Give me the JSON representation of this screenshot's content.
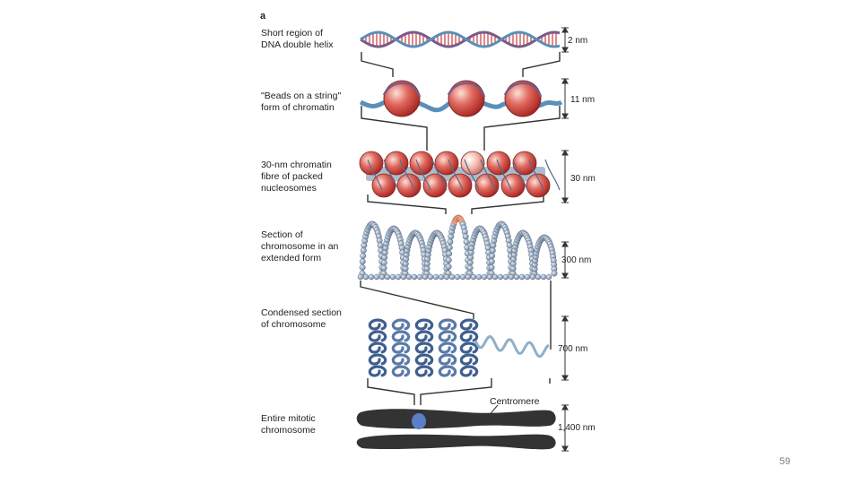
{
  "panel_letter": "a",
  "levels": [
    {
      "label": "Short region of\nDNA double helix",
      "size": "2 nm"
    },
    {
      "label": "\"Beads on a string\"\nform of chromatin",
      "size": "11 nm"
    },
    {
      "label": "30-nm chromatin\nfibre of packed\nnucleosomes",
      "size": "30 nm"
    },
    {
      "label": "Section of\nchromosome in an\nextended form",
      "size": "300 nm"
    },
    {
      "label": "Condensed section\nof chromosome",
      "size": "700 nm"
    },
    {
      "label": "Entire mitotic\nchromosome",
      "size": "1,400 nm"
    }
  ],
  "centromere_label": "Centromere",
  "page_number": "59",
  "colors": {
    "dna_strand": "#5a8fb8",
    "dna_backbone": "#7a5a8a",
    "nucleosome": "#d9453f",
    "nucleosome_highlight": "#f2b8ae",
    "loop_bead": "#8a9fb5",
    "chromosome": "#3a3a3a",
    "centromere": "#5a7ec8"
  }
}
